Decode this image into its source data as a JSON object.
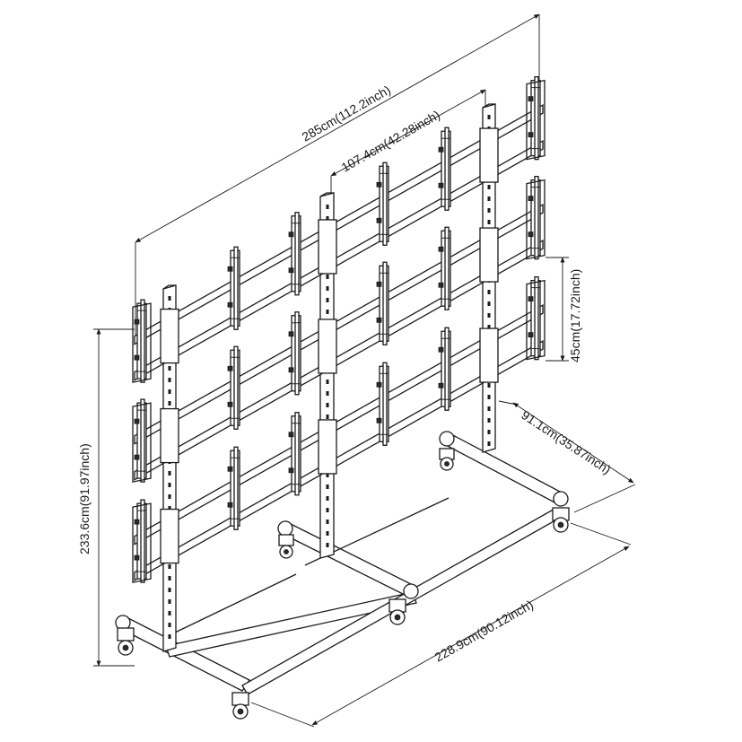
{
  "dimensions": {
    "overall_width": "285cm(112.2inch)",
    "column_spacing": "107.4cm(42.28inch)",
    "mount_spacing": "45cm(17.72inch)",
    "depth": "91.1cm(35.87inch)",
    "base_length": "228.9cm(90.12inch)",
    "height": "233.6cm(91.97inch)"
  },
  "colors": {
    "line": "#1a1a1a",
    "background": "#ffffff"
  }
}
